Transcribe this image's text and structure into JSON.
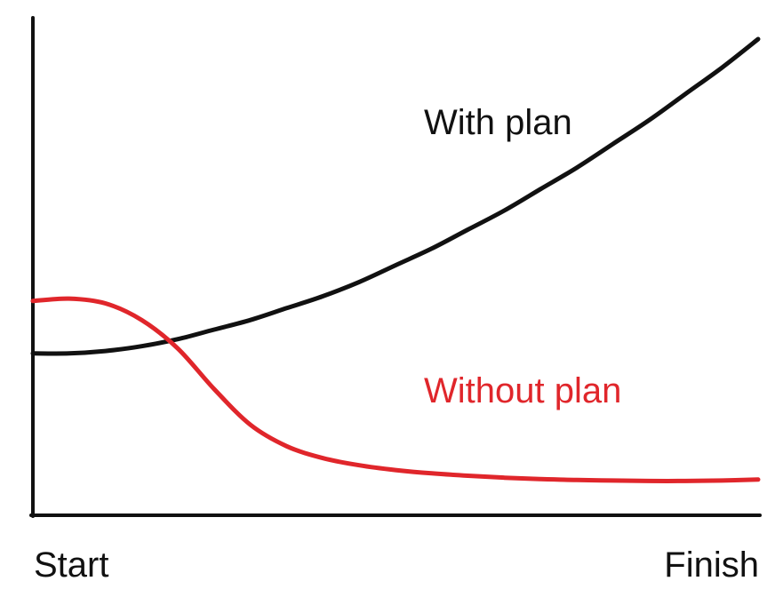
{
  "chart_data": {
    "type": "line",
    "title": "",
    "xlabel": "",
    "ylabel": "",
    "x_tick_labels": {
      "start": "Start",
      "finish": "Finish"
    },
    "xlim": [
      0,
      100
    ],
    "ylim": [
      0,
      100
    ],
    "grid": false,
    "legend": "inline labels near lines",
    "series": [
      {
        "name": "With plan",
        "color": "#111111",
        "x": [
          0,
          5,
          10,
          15,
          20,
          25,
          30,
          35,
          40,
          45,
          50,
          55,
          60,
          65,
          70,
          75,
          80,
          85,
          90,
          95,
          100
        ],
        "y": [
          34,
          34,
          34.5,
          35.5,
          37,
          39,
          41,
          43.5,
          46,
          49,
          52.5,
          56,
          60,
          64,
          68.5,
          73,
          78,
          83,
          88.5,
          94,
          100
        ]
      },
      {
        "name": "Without plan",
        "color": "#e0262b",
        "x": [
          0,
          5,
          10,
          15,
          20,
          25,
          30,
          35,
          40,
          45,
          50,
          55,
          60,
          65,
          70,
          75,
          80,
          85,
          90,
          95,
          100
        ],
        "y": [
          45,
          45.5,
          44.5,
          41,
          35,
          26.5,
          19,
          14.5,
          12,
          10.5,
          9.5,
          8.8,
          8.3,
          7.9,
          7.6,
          7.4,
          7.3,
          7.2,
          7.2,
          7.3,
          7.5
        ]
      }
    ]
  }
}
